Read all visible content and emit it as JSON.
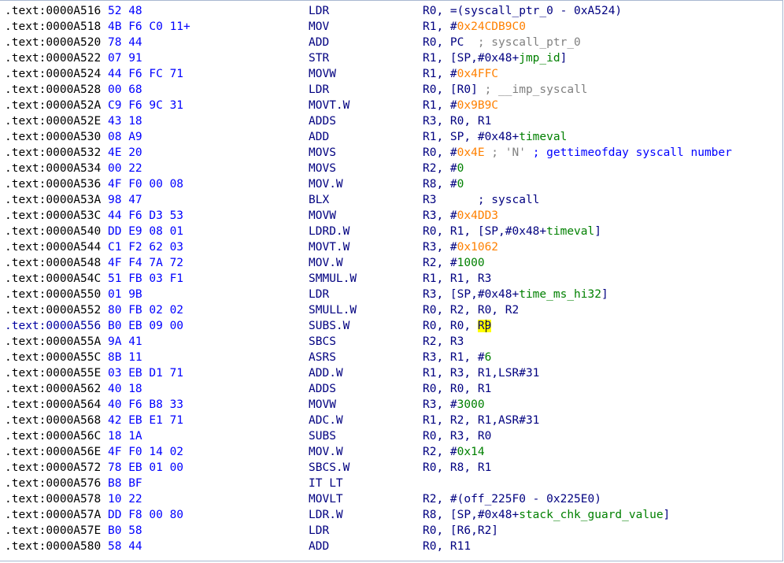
{
  "listing": [
    {
      "addr": ".text:0000A516",
      "bytes": "52 48",
      "mnem": "LDR",
      "ops": [
        {
          "t": "R0, =(syscall_ptr_0 - 0xA524)",
          "c": "plain"
        }
      ]
    },
    {
      "addr": ".text:0000A518",
      "bytes": "4B F6 C0 11+",
      "mnem": "MOV",
      "ops": [
        {
          "t": "R1, #",
          "c": "plain"
        },
        {
          "t": "0x24CDB9C0",
          "c": "num"
        }
      ]
    },
    {
      "addr": ".text:0000A520",
      "bytes": "78 44",
      "mnem": "ADD",
      "ops": [
        {
          "t": "R0, PC  ",
          "c": "plain"
        },
        {
          "t": "; syscall_ptr_0",
          "c": "cmt"
        }
      ]
    },
    {
      "addr": ".text:0000A522",
      "bytes": "07 91",
      "mnem": "STR",
      "ops": [
        {
          "t": "R1, [SP,#0x48+",
          "c": "plain"
        },
        {
          "t": "jmp_id",
          "c": "sym"
        },
        {
          "t": "]",
          "c": "plain"
        }
      ]
    },
    {
      "addr": ".text:0000A524",
      "bytes": "44 F6 FC 71",
      "mnem": "MOVW",
      "ops": [
        {
          "t": "R1, #",
          "c": "plain"
        },
        {
          "t": "0x4FFC",
          "c": "num"
        }
      ]
    },
    {
      "addr": ".text:0000A528",
      "bytes": "00 68",
      "mnem": "LDR",
      "ops": [
        {
          "t": "R0, [R0] ",
          "c": "plain"
        },
        {
          "t": "; __imp_syscall",
          "c": "cmt"
        }
      ]
    },
    {
      "addr": ".text:0000A52A",
      "bytes": "C9 F6 9C 31",
      "mnem": "MOVT.W",
      "ops": [
        {
          "t": "R1, #",
          "c": "plain"
        },
        {
          "t": "0x9B9C",
          "c": "num"
        }
      ]
    },
    {
      "addr": ".text:0000A52E",
      "bytes": "43 18",
      "mnem": "ADDS",
      "ops": [
        {
          "t": "R3, R0, R1",
          "c": "plain"
        }
      ]
    },
    {
      "addr": ".text:0000A530",
      "bytes": "08 A9",
      "mnem": "ADD",
      "ops": [
        {
          "t": "R1, SP, #0x48+",
          "c": "plain"
        },
        {
          "t": "timeval",
          "c": "sym"
        }
      ]
    },
    {
      "addr": ".text:0000A532",
      "bytes": "4E 20",
      "mnem": "MOVS",
      "ops": [
        {
          "t": "R0, #",
          "c": "plain"
        },
        {
          "t": "0x4E",
          "c": "num"
        },
        {
          "t": " ; 'N'",
          "c": "cmt"
        },
        {
          "t": " ; gettimeofday syscall number",
          "c": "cmtblue"
        }
      ]
    },
    {
      "addr": ".text:0000A534",
      "bytes": "00 22",
      "mnem": "MOVS",
      "ops": [
        {
          "t": "R2, #",
          "c": "plain"
        },
        {
          "t": "0",
          "c": "sym"
        }
      ]
    },
    {
      "addr": ".text:0000A536",
      "bytes": "4F F0 00 08",
      "mnem": "MOV.W",
      "ops": [
        {
          "t": "R8, #",
          "c": "plain"
        },
        {
          "t": "0",
          "c": "sym"
        }
      ]
    },
    {
      "addr": ".text:0000A53A",
      "bytes": "98 47",
      "mnem": "BLX",
      "ops": [
        {
          "t": "R3      ; syscall",
          "c": "plain"
        }
      ]
    },
    {
      "addr": ".text:0000A53C",
      "bytes": "44 F6 D3 53",
      "mnem": "MOVW",
      "ops": [
        {
          "t": "R3, #",
          "c": "plain"
        },
        {
          "t": "0x4DD3",
          "c": "num"
        }
      ]
    },
    {
      "addr": ".text:0000A540",
      "bytes": "DD E9 08 01",
      "mnem": "LDRD.W",
      "ops": [
        {
          "t": "R0, R1, [SP,#0x48+",
          "c": "plain"
        },
        {
          "t": "timeval",
          "c": "sym"
        },
        {
          "t": "]",
          "c": "plain"
        }
      ]
    },
    {
      "addr": ".text:0000A544",
      "bytes": "C1 F2 62 03",
      "mnem": "MOVT.W",
      "ops": [
        {
          "t": "R3, #",
          "c": "plain"
        },
        {
          "t": "0x1062",
          "c": "num"
        }
      ]
    },
    {
      "addr": ".text:0000A548",
      "bytes": "4F F4 7A 72",
      "mnem": "MOV.W",
      "ops": [
        {
          "t": "R2, #",
          "c": "plain"
        },
        {
          "t": "1000",
          "c": "sym"
        }
      ]
    },
    {
      "addr": ".text:0000A54C",
      "bytes": "51 FB 03 F1",
      "mnem": "SMMUL.W",
      "ops": [
        {
          "t": "R1, R1, R3",
          "c": "plain"
        }
      ]
    },
    {
      "addr": ".text:0000A550",
      "bytes": "01 9B",
      "mnem": "LDR",
      "ops": [
        {
          "t": "R3, [SP,#0x48+",
          "c": "plain"
        },
        {
          "t": "time_ms_hi32",
          "c": "sym"
        },
        {
          "t": "]",
          "c": "plain"
        }
      ]
    },
    {
      "addr": ".text:0000A552",
      "bytes": "80 FB 02 02",
      "mnem": "SMULL.W",
      "ops": [
        {
          "t": "R0, R2, R0, R2",
          "c": "plain"
        }
      ]
    },
    {
      "addr": ".text:0000A556",
      "bytes": "B0 EB 09 00",
      "mnem": "SUBS.W",
      "hl": true,
      "ops": [
        {
          "t": "R0, R0, ",
          "c": "plain"
        },
        {
          "t": "R9",
          "c": "reghl"
        }
      ]
    },
    {
      "addr": ".text:0000A55A",
      "bytes": "9A 41",
      "mnem": "SBCS",
      "ops": [
        {
          "t": "R2, R3",
          "c": "plain"
        }
      ]
    },
    {
      "addr": ".text:0000A55C",
      "bytes": "8B 11",
      "mnem": "ASRS",
      "ops": [
        {
          "t": "R3, R1, #",
          "c": "plain"
        },
        {
          "t": "6",
          "c": "sym"
        }
      ]
    },
    {
      "addr": ".text:0000A55E",
      "bytes": "03 EB D1 71",
      "mnem": "ADD.W",
      "ops": [
        {
          "t": "R1, R3, R1,LSR#31",
          "c": "plain"
        }
      ]
    },
    {
      "addr": ".text:0000A562",
      "bytes": "40 18",
      "mnem": "ADDS",
      "ops": [
        {
          "t": "R0, R0, R1",
          "c": "plain"
        }
      ]
    },
    {
      "addr": ".text:0000A564",
      "bytes": "40 F6 B8 33",
      "mnem": "MOVW",
      "ops": [
        {
          "t": "R3, #",
          "c": "plain"
        },
        {
          "t": "3000",
          "c": "sym"
        }
      ]
    },
    {
      "addr": ".text:0000A568",
      "bytes": "42 EB E1 71",
      "mnem": "ADC.W",
      "ops": [
        {
          "t": "R1, R2, R1,ASR#31",
          "c": "plain"
        }
      ]
    },
    {
      "addr": ".text:0000A56C",
      "bytes": "18 1A",
      "mnem": "SUBS",
      "ops": [
        {
          "t": "R0, R3, R0",
          "c": "plain"
        }
      ]
    },
    {
      "addr": ".text:0000A56E",
      "bytes": "4F F0 14 02",
      "mnem": "MOV.W",
      "ops": [
        {
          "t": "R2, #",
          "c": "plain"
        },
        {
          "t": "0x14",
          "c": "sym"
        }
      ]
    },
    {
      "addr": ".text:0000A572",
      "bytes": "78 EB 01 00",
      "mnem": "SBCS.W",
      "ops": [
        {
          "t": "R0, R8, R1",
          "c": "plain"
        }
      ]
    },
    {
      "addr": ".text:0000A576",
      "bytes": "B8 BF",
      "mnem": "IT LT",
      "ops": []
    },
    {
      "addr": ".text:0000A578",
      "bytes": "10 22",
      "mnem": "MOVLT",
      "ops": [
        {
          "t": "R2, #(off_225F0 - 0x225E0)",
          "c": "plain"
        }
      ]
    },
    {
      "addr": ".text:0000A57A",
      "bytes": "DD F8 00 80",
      "mnem": "LDR.W",
      "ops": [
        {
          "t": "R8, [SP,#0x48+",
          "c": "plain"
        },
        {
          "t": "stack_chk_guard_value",
          "c": "sym"
        },
        {
          "t": "]",
          "c": "plain"
        }
      ]
    },
    {
      "addr": ".text:0000A57E",
      "bytes": "B0 58",
      "mnem": "LDR",
      "ops": [
        {
          "t": "R0, [R6,R2]",
          "c": "plain"
        }
      ]
    },
    {
      "addr": ".text:0000A580",
      "bytes": "58 44",
      "mnem": "ADD",
      "ops": [
        {
          "t": "R0, R11",
          "c": "plain"
        }
      ]
    }
  ]
}
